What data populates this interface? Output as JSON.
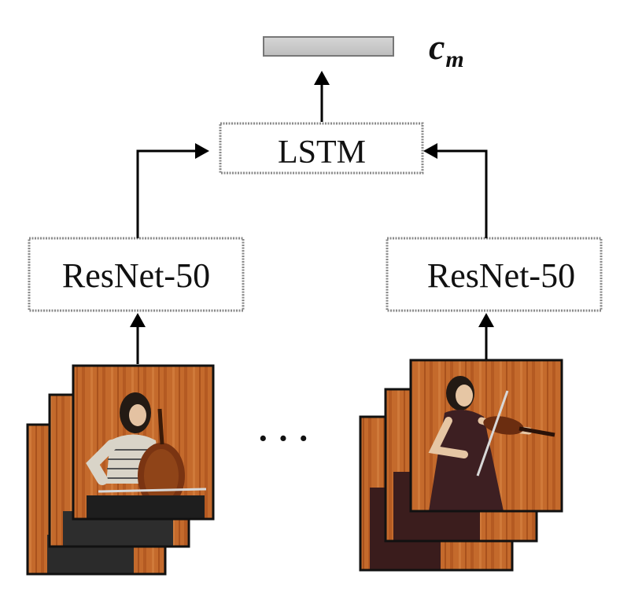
{
  "output_vector": {
    "label": "c",
    "subscript": "m"
  },
  "lstm_block": {
    "label": "LSTM"
  },
  "encoders": [
    {
      "label": "ResNet-50"
    },
    {
      "label": "ResNet-50"
    }
  ],
  "ellipsis": "· · ·",
  "frame_stacks": [
    {
      "depicts": "cellist playing cello, stacked video frames"
    },
    {
      "depicts": "violinist playing violin, stacked video frames"
    }
  ],
  "colors": {
    "wood_background": "#c2682a",
    "wood_dark": "#9c4a18",
    "box_border": "#8a8a8a",
    "arrow": "#000000"
  }
}
